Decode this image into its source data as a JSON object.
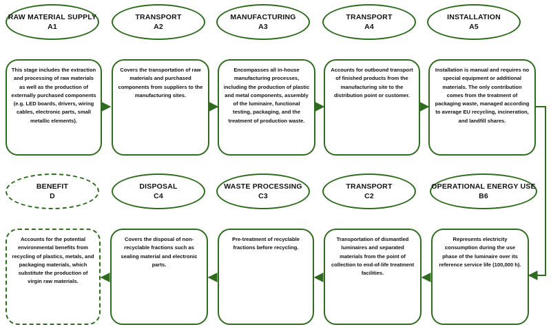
{
  "stages": {
    "a1": {
      "name": "RAW MATERIAL SUPPLY",
      "code": "A1",
      "description": "This stage includes the extraction and processing of raw materials as well as the production of externally purchased components (e.g. LED boards, drivers, wiring cables, electronic parts, small metallic elements)."
    },
    "a2": {
      "name": "TRANSPORT",
      "code": "A2",
      "description": "Covers the transportation of raw materials and purchased components from suppliers to the manufacturing sites."
    },
    "a3": {
      "name": "MANUFACTURING",
      "code": "A3",
      "description": "Encompasses all in-house manufacturing processes, including the production of plastic and metal components, assembly of the luminaire, functional testing, packaging, and the treatment of production waste."
    },
    "a4": {
      "name": "TRANSPORT",
      "code": "A4",
      "description": "Accounts for outbound transport of finished products from the manufacturing site to the distribution point or customer."
    },
    "a5": {
      "name": "INSTALLATION",
      "code": "A5",
      "description": "Installation is manual and requires no special equipment or additional materials. The only contribution comes from the treatment of packaging waste, managed according to average EU recycling, incineration, and landfill shares."
    },
    "b6": {
      "name": "OPERATIONAL ENERGY USE",
      "code": "B6",
      "description": "Represents electricity consumption during the use phase of the luminaire over its reference service life (100,000 h)."
    },
    "c2": {
      "name": "TRANSPORT",
      "code": "C2",
      "description": "Transportation of dismantled luminaires and separated materials from the point of collection to end-of-life treatment facilities."
    },
    "c3": {
      "name": "WASTE PROCESSING",
      "code": "C3",
      "description": "Pre-treatment of recyclable fractions before recycling."
    },
    "c4": {
      "name": "DISPOSAL",
      "code": "C4",
      "description": "Covers the disposal of non-recyclable fractions such as sealing material and electronic parts."
    },
    "d": {
      "name": "BENEFIT",
      "code": "D",
      "description": "Accounts for the potential environmental benefits from recycling of plastics, metals, and packaging materials, which substitute the production of virgin raw materials."
    }
  },
  "colors": {
    "border": "#2e6b1e",
    "arrow": "#2e6b1e",
    "background": "#ffffff"
  }
}
